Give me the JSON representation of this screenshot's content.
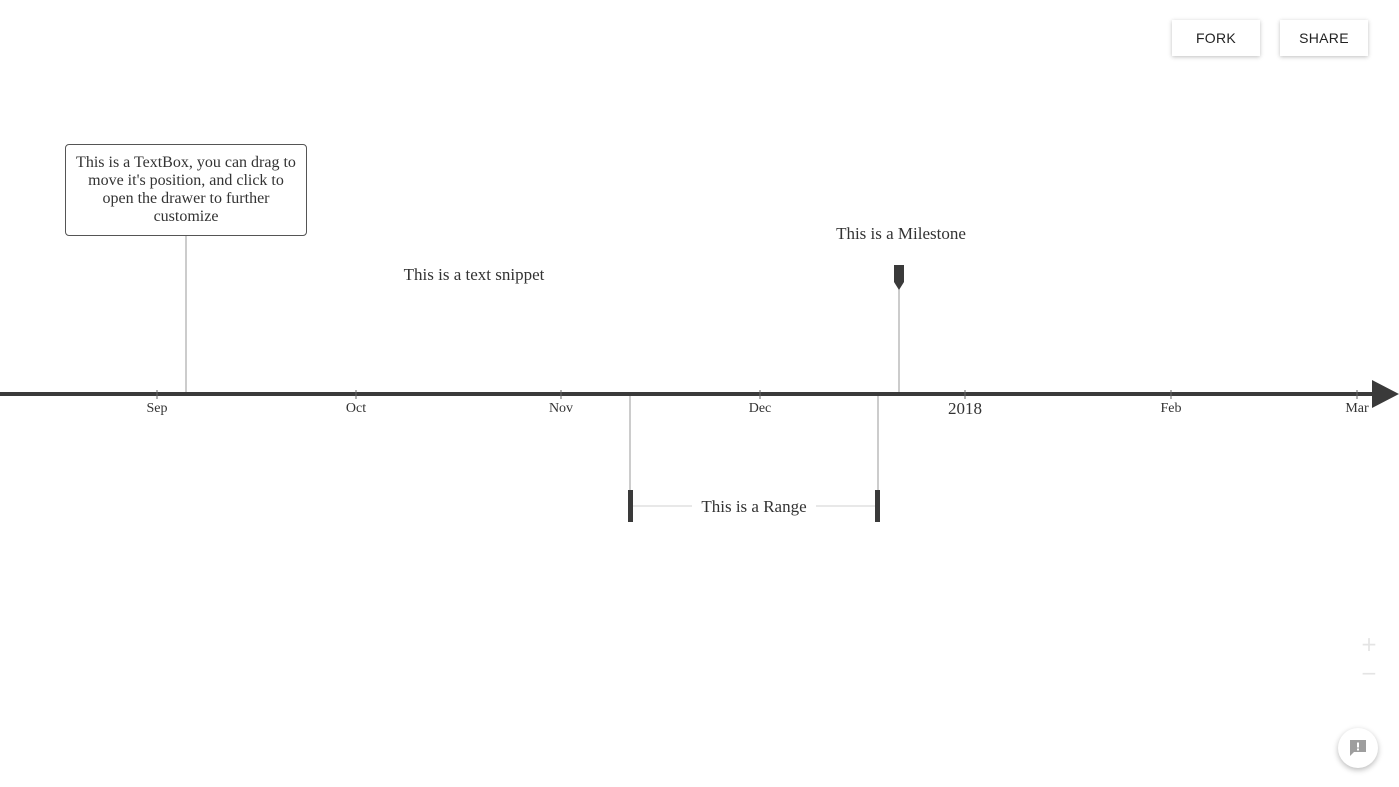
{
  "toolbar": {
    "fork_label": "FORK",
    "share_label": "SHARE"
  },
  "timeline": {
    "axis_color": "#3a3a3a",
    "ticks": [
      {
        "label": "Sep",
        "kind": "month"
      },
      {
        "label": "Oct",
        "kind": "month"
      },
      {
        "label": "Nov",
        "kind": "month"
      },
      {
        "label": "Dec",
        "kind": "month"
      },
      {
        "label": "2018",
        "kind": "year"
      },
      {
        "label": "Feb",
        "kind": "month"
      },
      {
        "label": "Mar",
        "kind": "month"
      }
    ],
    "textbox": {
      "text": "This is a TextBox, you can drag to move it's position, and click to open the drawer to further customize"
    },
    "snippet": {
      "text": "This is a text snippet"
    },
    "milestone": {
      "label": "This is a Milestone"
    },
    "range": {
      "label": "This is a Range"
    }
  },
  "controls": {
    "zoom_in_symbol": "+",
    "zoom_out_symbol": "−",
    "feedback_icon": "feedback-icon"
  }
}
